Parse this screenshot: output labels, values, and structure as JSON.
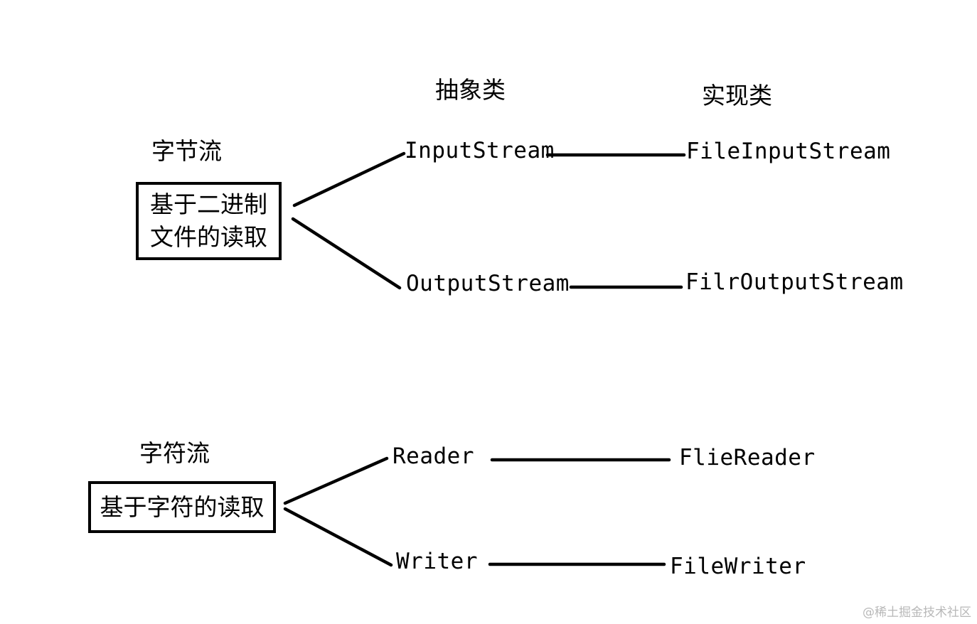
{
  "headings": {
    "abstract": "抽象类",
    "implementation": "实现类"
  },
  "byte_stream": {
    "title": "字节流",
    "box_line1": "基于二进制",
    "box_line2": "文件的读取",
    "input_abstract": "InputStream",
    "input_impl": "FileInputStream",
    "output_abstract": "OutputStream",
    "output_impl": "FilrOutputStream"
  },
  "char_stream": {
    "title": "字符流",
    "box_line1": "基于字符的读取",
    "reader_abstract": "Reader",
    "reader_impl": "FlieReader",
    "writer_abstract": "Writer",
    "writer_impl": "FileWriter"
  },
  "watermark": "@稀土掘金技术社区"
}
